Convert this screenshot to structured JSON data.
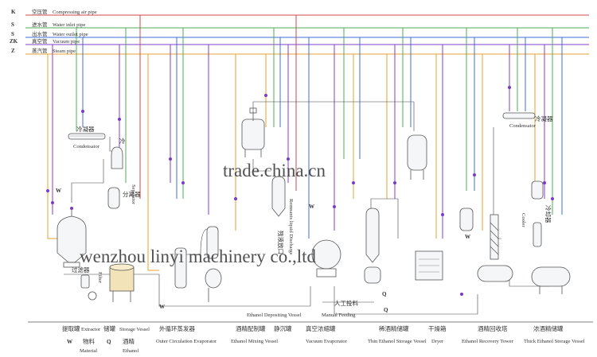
{
  "legend": [
    {
      "code": "K",
      "cn": "空压管",
      "en": "Compressing air pipe",
      "color": "#d24848"
    },
    {
      "code": "S",
      "cn": "进水管",
      "en": "Water inlet pipe",
      "color": "#4fae54"
    },
    {
      "code": "S",
      "cn": "出水管",
      "en": "Water outlet pipe",
      "color": "#3d6fd8"
    },
    {
      "code": "ZK",
      "cn": "真空管",
      "en": "Vacuum pipe",
      "color": "#8a3cc8"
    },
    {
      "code": "Z",
      "cn": "蒸汽管",
      "en": "Steam pipe",
      "color": "#e6a030"
    }
  ],
  "equipment": {
    "condenser_left": {
      "cn": "冷凝器",
      "en": "Condensator",
      "cn_short": "冷"
    },
    "separator": {
      "cn": "分离器",
      "en": "Separator"
    },
    "filter": {
      "cn": "过滤器",
      "en": "Filter"
    },
    "mixing_vessel_tag": "残液放口",
    "remnants_note": "Remnants liquid Discharge",
    "condenser_right": {
      "cn": "冷凝器",
      "en": "Condensator"
    },
    "cooler": {
      "cn": "冷却器",
      "en": "Cooler"
    },
    "manual_feeding": {
      "cn": "人工投料",
      "en": "Manual Feeding"
    },
    "depositing": {
      "en": "Ethanol Depositing Vessel"
    }
  },
  "pipe_marks": {
    "w1": "W",
    "w2": "W",
    "w3": "W",
    "w4": "W",
    "q1": "Q",
    "q2": "Q"
  },
  "bottom_labels": {
    "extractor": {
      "cn": "提取罐",
      "en": "Extractor"
    },
    "storage": {
      "cn": "储罐",
      "en": "Storage Vessel"
    },
    "evaporator": {
      "cn": "外循环蒸发器",
      "en": "Outer Circulation Evaporator"
    },
    "mixing": {
      "cn": "酒精配制罐",
      "en": "Ethanol Mixing Vessel"
    },
    "depositing": {
      "cn": "静沉罐"
    },
    "vacuum": {
      "cn": "真空浓缩罐",
      "en": "Vacuum Evaporator"
    },
    "thin_storage": {
      "cn": "稀酒精储罐",
      "en": "Thin Ethanol Storage Vessel"
    },
    "dryer": {
      "cn": "干燥箱",
      "en": "Dryer"
    },
    "recovery": {
      "cn": "酒精回收塔",
      "en": "Ethanol Recovery Tower"
    },
    "thick_storage": {
      "cn": "浓酒精储罐",
      "en": "Thick Ethanol Storage Vessel"
    }
  },
  "bottom_legend": {
    "w_code": "W",
    "w_cn": "物料",
    "w_en": "Material",
    "q_code": "Q",
    "q_cn": "酒精",
    "q_en": "Ethanol"
  },
  "watermarks": [
    "trade.china.cn",
    "wenzhou linyi machinery co.,ltd"
  ]
}
